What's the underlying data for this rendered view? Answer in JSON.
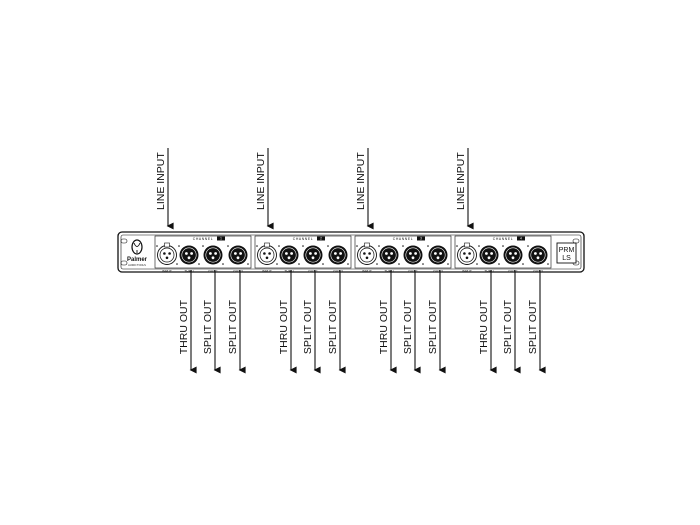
{
  "diagram": {
    "brand": {
      "name": "Palmer",
      "tagline": "AUDIO TOOLS"
    },
    "model": {
      "line1": "PRM",
      "line2": "LS"
    },
    "input_label": "LINE INPUT",
    "output_labels": {
      "thru": "THRU OUT",
      "split": "SPLIT OUT"
    },
    "channel_header": "CHANNEL",
    "channels": [
      {
        "number": "1",
        "jacks": [
          "INPUT",
          "THRU",
          "OUT 1",
          "OUT 2"
        ]
      },
      {
        "number": "2",
        "jacks": [
          "INPUT",
          "THRU",
          "OUT 1",
          "OUT 2"
        ]
      },
      {
        "number": "3",
        "jacks": [
          "INPUT",
          "THRU",
          "OUT 1",
          "OUT 2"
        ]
      },
      {
        "number": "4",
        "jacks": [
          "INPUT",
          "THRU",
          "OUT 1",
          "OUT 2"
        ]
      }
    ]
  }
}
